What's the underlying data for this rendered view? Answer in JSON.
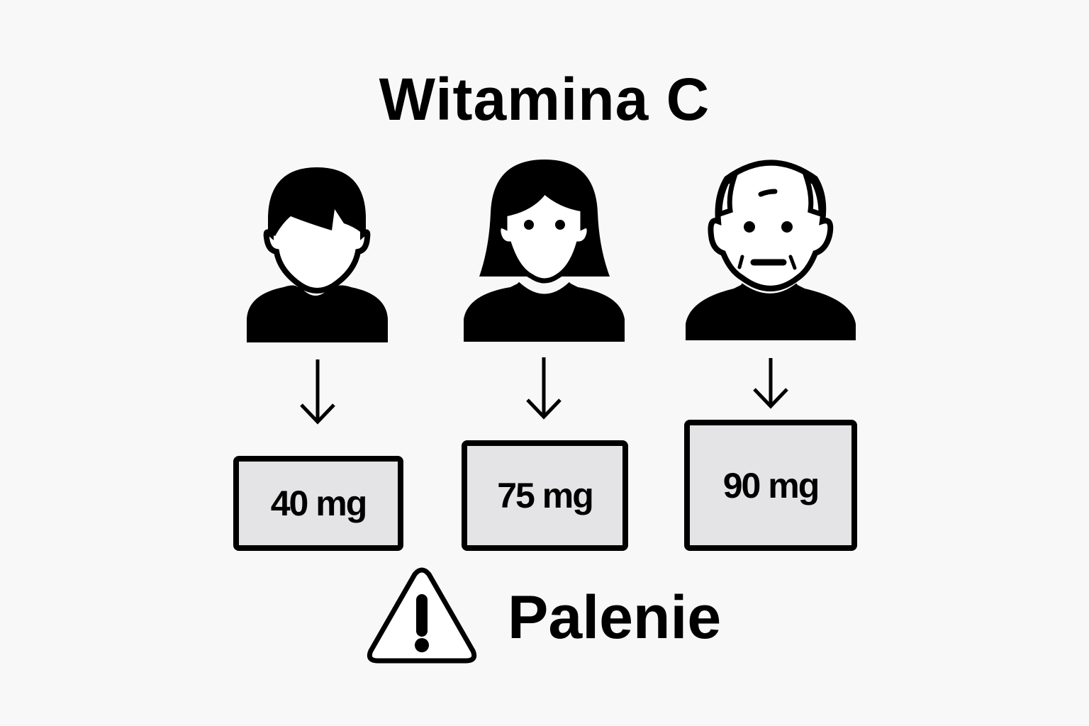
{
  "title": "Witamina C",
  "groups": [
    {
      "icon": "child-icon",
      "dose": "40 mg"
    },
    {
      "icon": "woman-icon",
      "dose": "75 mg"
    },
    {
      "icon": "elderly-man-icon",
      "dose": "90 mg"
    }
  ],
  "warning": {
    "icon": "warning-triangle-icon",
    "label": "Palenie"
  }
}
